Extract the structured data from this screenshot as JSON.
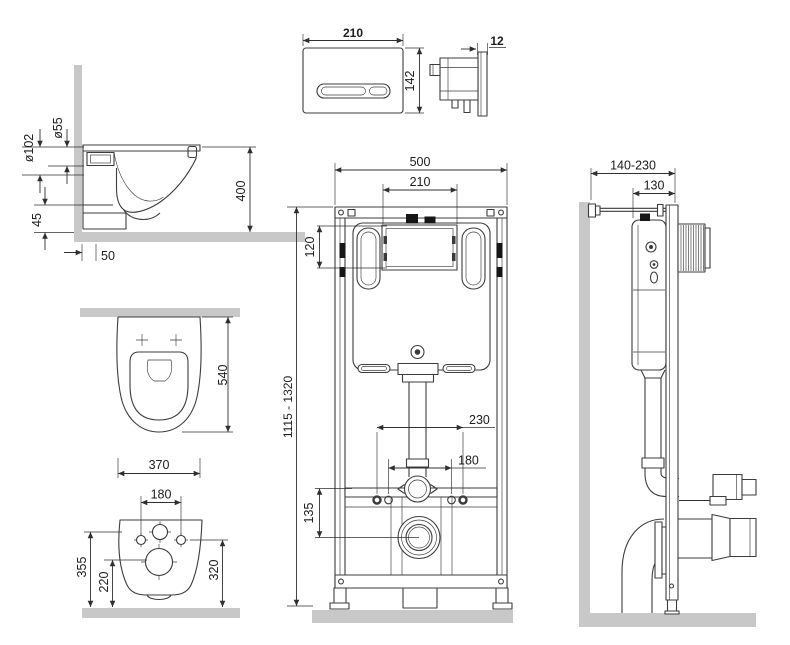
{
  "colors": {
    "background": "#ffffff",
    "wall": "#c8c8c8",
    "line": "#3c3c3c",
    "dim": "#2f2f2f",
    "text": "#1c1c1c",
    "fill_black": "#161616"
  },
  "icons": {
    "cistern_logo": "brand-logo-icon"
  },
  "views": {
    "toilet_side": {
      "dims": {
        "flush_diameter": "ø55",
        "outlet_diameter": "ø102",
        "rim_height": "400",
        "base_clearance": "45",
        "wall_offset": "50"
      }
    },
    "flush_plate_front": {
      "dims": {
        "width": "210",
        "height": "142"
      }
    },
    "flush_plate_side": {
      "dims": {
        "thickness": "12"
      }
    },
    "toilet_top": {
      "dims": {
        "depth": "540",
        "width": "370"
      }
    },
    "toilet_back": {
      "dims": {
        "bolt_spacing": "180",
        "inlet_height": "355",
        "outlet_height": "220",
        "bolt_height": "320"
      }
    },
    "frame_front": {
      "dims": {
        "width": "500",
        "opening_width": "210",
        "opening_height": "120",
        "height_range": "1115 - 1320",
        "spacing_outer": "230",
        "spacing_inner": "180",
        "outlet_drop": "135"
      }
    },
    "frame_side": {
      "dims": {
        "wall_distance": "140-230",
        "depth": "130"
      }
    }
  }
}
